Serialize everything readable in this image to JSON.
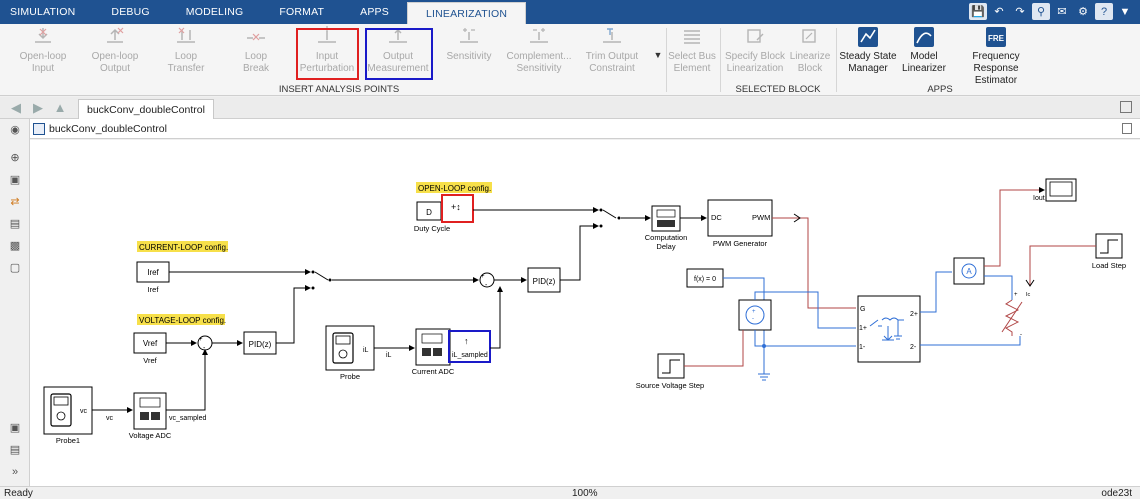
{
  "menubar": {
    "tabs": [
      "SIMULATION",
      "DEBUG",
      "MODELING",
      "FORMAT",
      "APPS",
      "LINEARIZATION"
    ],
    "active_tab": "LINEARIZATION",
    "help_label": "?"
  },
  "ribbon": {
    "buttons": [
      {
        "label": "Open-loop\nInput",
        "enabled": false
      },
      {
        "label": "Open-loop\nOutput",
        "enabled": false
      },
      {
        "label": "Loop\nTransfer",
        "enabled": false
      },
      {
        "label": "Loop\nBreak",
        "enabled": false
      },
      {
        "label": "Input\nPerturbation",
        "enabled": false
      },
      {
        "label": "Output\nMeasurement",
        "enabled": false
      },
      {
        "label": "Sensitivity",
        "enabled": false
      },
      {
        "label": "Complement...\nSensitivity",
        "enabled": false
      },
      {
        "label": "Trim Output\nConstraint",
        "enabled": false
      },
      {
        "label": "Select Bus\nElement",
        "enabled": false
      },
      {
        "label": "Specify Block\nLinearization",
        "enabled": false
      },
      {
        "label": "Linearize\nBlock",
        "enabled": false
      },
      {
        "label": "Steady State\nManager",
        "enabled": true
      },
      {
        "label": "Model\nLinearizer",
        "enabled": true
      },
      {
        "label": "Frequency Response\nEstimator",
        "enabled": true
      }
    ],
    "groups": [
      "INSERT ANALYSIS POINTS",
      "SELECTED BLOCK",
      "APPS"
    ],
    "fre_icon_text": "FRE"
  },
  "nav": {
    "doc_tab": "buckConv_doubleControl"
  },
  "address": {
    "model_name": "buckConv_doubleControl"
  },
  "diagram": {
    "annotations": [
      "OPEN-LOOP config.",
      "CURRENT-LOOP config.",
      "VOLTAGE-LOOP config."
    ],
    "blocks": {
      "duty_cycle": {
        "text": "D",
        "caption": "Duty Cycle"
      },
      "computation_delay": {
        "caption": "Computation\nDelay"
      },
      "pwm": {
        "port_in": "DC",
        "port_out": "PWM",
        "caption": "PWM Generator"
      },
      "scope_iout": {
        "caption": "Iout"
      },
      "load_step": {
        "caption": "Load Step"
      },
      "iref": {
        "text": "Iref",
        "caption": "Iref"
      },
      "vref": {
        "text": "Vref",
        "caption": "Vref"
      },
      "pid_current": {
        "text": "PID(z)"
      },
      "pid_voltage": {
        "text": "PID(z)"
      },
      "fx": {
        "text": "f(x) = 0"
      },
      "probe": {
        "caption": "Probe",
        "port": "iL"
      },
      "probe1": {
        "caption": "Probe1",
        "port": "vc"
      },
      "current_adc": {
        "caption": "Current ADC",
        "in_label": "iL",
        "out_label": "iL_sampled"
      },
      "voltage_adc": {
        "caption": "Voltage ADC",
        "in_label": "vc",
        "out_label": "vc_sampled"
      },
      "source_step": {
        "caption": "Source Voltage Step"
      },
      "converter_ports": [
        "G",
        "1+",
        "1-",
        "2+",
        "2-"
      ],
      "current_sensor": {
        "text": "A"
      },
      "load_ports": [
        "+",
        "-",
        "Ic"
      ],
      "sum_signs": [
        "+",
        "-"
      ]
    }
  },
  "status": {
    "left": "Ready",
    "center": "100%",
    "right": "ode23t"
  },
  "colors": {
    "title_bar": "#1f5291",
    "highlight_red": "#e02020",
    "highlight_blue": "#1a1ac8",
    "annotation_bg": "#f7e04a",
    "physical_line": "#2f6fd6",
    "pwm_line": "#b04545"
  }
}
